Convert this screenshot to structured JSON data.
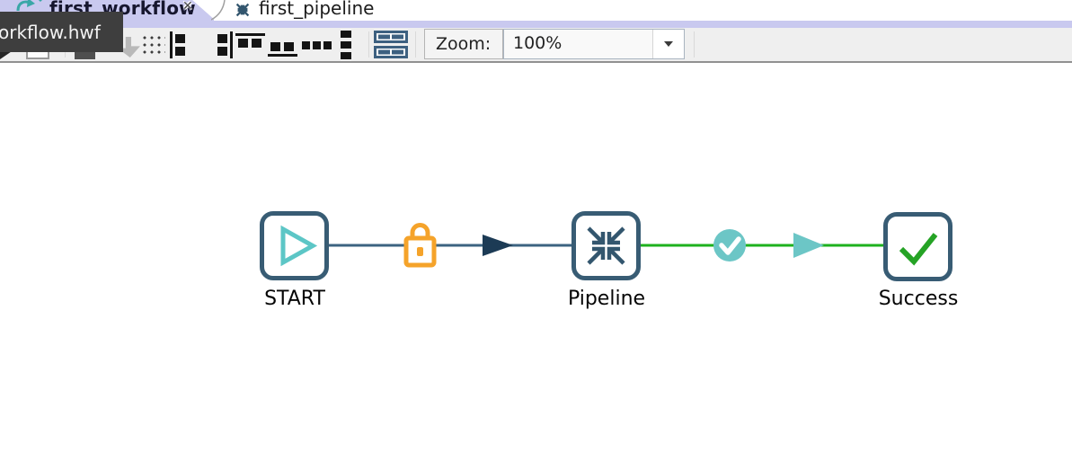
{
  "tabs": [
    {
      "label": "first_workflow",
      "selected": true,
      "close_glyph": "✕",
      "icon": "workflow-icon"
    },
    {
      "label": "first_pipeline",
      "selected": false,
      "icon": "pipeline-icon"
    }
  ],
  "tooltip": {
    "text": "orkflow.hwf"
  },
  "toolbar": {
    "zoom": {
      "label": "Zoom:",
      "value": "100%"
    },
    "buttons": [
      {
        "name": "snap-to-grid",
        "icon": "grid-dots-icon"
      },
      {
        "name": "align-left",
        "icon": "align-left-icon"
      },
      {
        "name": "align-right",
        "icon": "align-right-icon"
      },
      {
        "name": "align-top",
        "icon": "align-top-icon"
      },
      {
        "name": "align-bottom",
        "icon": "align-bottom-icon"
      },
      {
        "name": "distribute-horizontally",
        "icon": "distribute-horizontal-icon"
      },
      {
        "name": "distribute-vertically",
        "icon": "distribute-vertical-icon"
      },
      {
        "name": "view-results",
        "icon": "results-rows-icon"
      }
    ]
  },
  "canvas": {
    "nodes": [
      {
        "label": "START",
        "icon": "play-icon"
      },
      {
        "label": "Pipeline",
        "icon": "compress-arrows-icon"
      },
      {
        "label": "Success",
        "icon": "check-icon"
      }
    ],
    "connections": [
      {
        "from": "START",
        "to": "Pipeline",
        "marker": "lock-icon",
        "color": "#3c6381"
      },
      {
        "from": "Pipeline",
        "to": "Success",
        "marker": "success-check-icon",
        "color": "#1db11d"
      }
    ]
  },
  "colors": {
    "tab_selected_bg": "#c9c9ef",
    "toolbar_bg": "#efefef",
    "node_border": "#385c74",
    "teal": "#5fc6c6",
    "green_line": "#1db11d",
    "navy_arrow": "#1c3b55",
    "lock_orange": "#f5a32a"
  }
}
